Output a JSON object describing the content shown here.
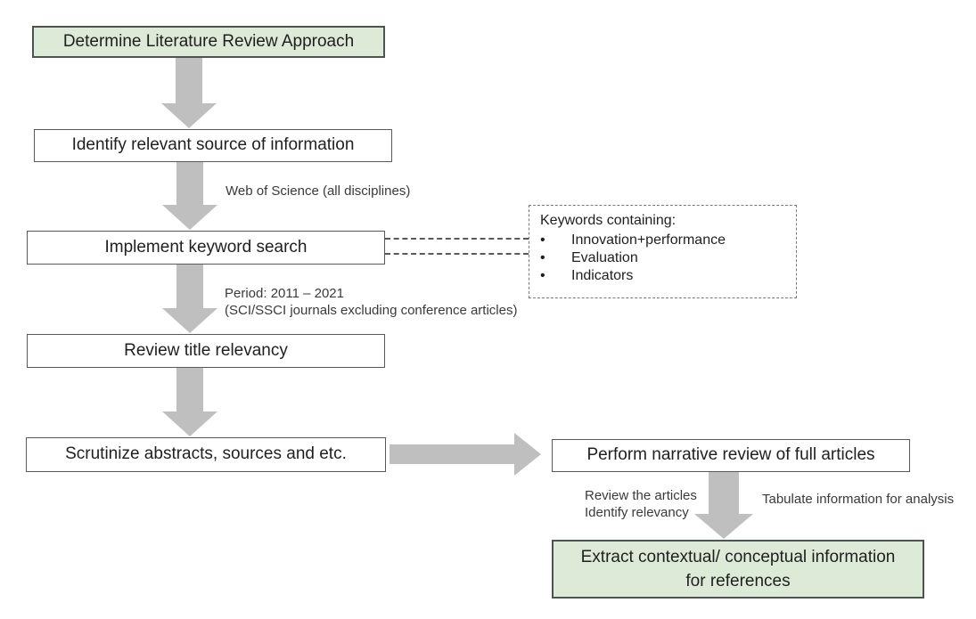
{
  "diagram": {
    "boxes": {
      "box1": {
        "label": "Determine Literature Review Approach"
      },
      "box2": {
        "label": "Identify relevant source of information"
      },
      "box3": {
        "label": "Implement keyword search"
      },
      "box4": {
        "label": "Review title relevancy"
      },
      "box5": {
        "label": "Scrutinize abstracts, sources and etc."
      },
      "box6": {
        "label": "Perform narrative review of full articles"
      },
      "box7": {
        "line1": "Extract contextual/ conceptual information",
        "line2": "for references"
      }
    },
    "keywords_box": {
      "title": "Keywords containing:",
      "bullet": "•",
      "items": [
        "Innovation+performance",
        "Evaluation",
        "Indicators"
      ]
    },
    "annotations": {
      "source": "Web of Science (all disciplines)",
      "period_line1": "Period: 2011 – 2021",
      "period_line2": "(SCI/SSCI journals excluding conference articles)",
      "review_line1": "Review the articles",
      "review_line2": "Identify relevancy",
      "tabulate": "Tabulate information for analysis"
    },
    "colors": {
      "green_fill": "#dcead7",
      "green_border": "#4d544d",
      "box_border": "#595959",
      "arrow": "#bfbfbf",
      "text": "#1f1f1f",
      "label_text": "#3a3a3a",
      "dashed_border": "#7a7a7a"
    }
  }
}
